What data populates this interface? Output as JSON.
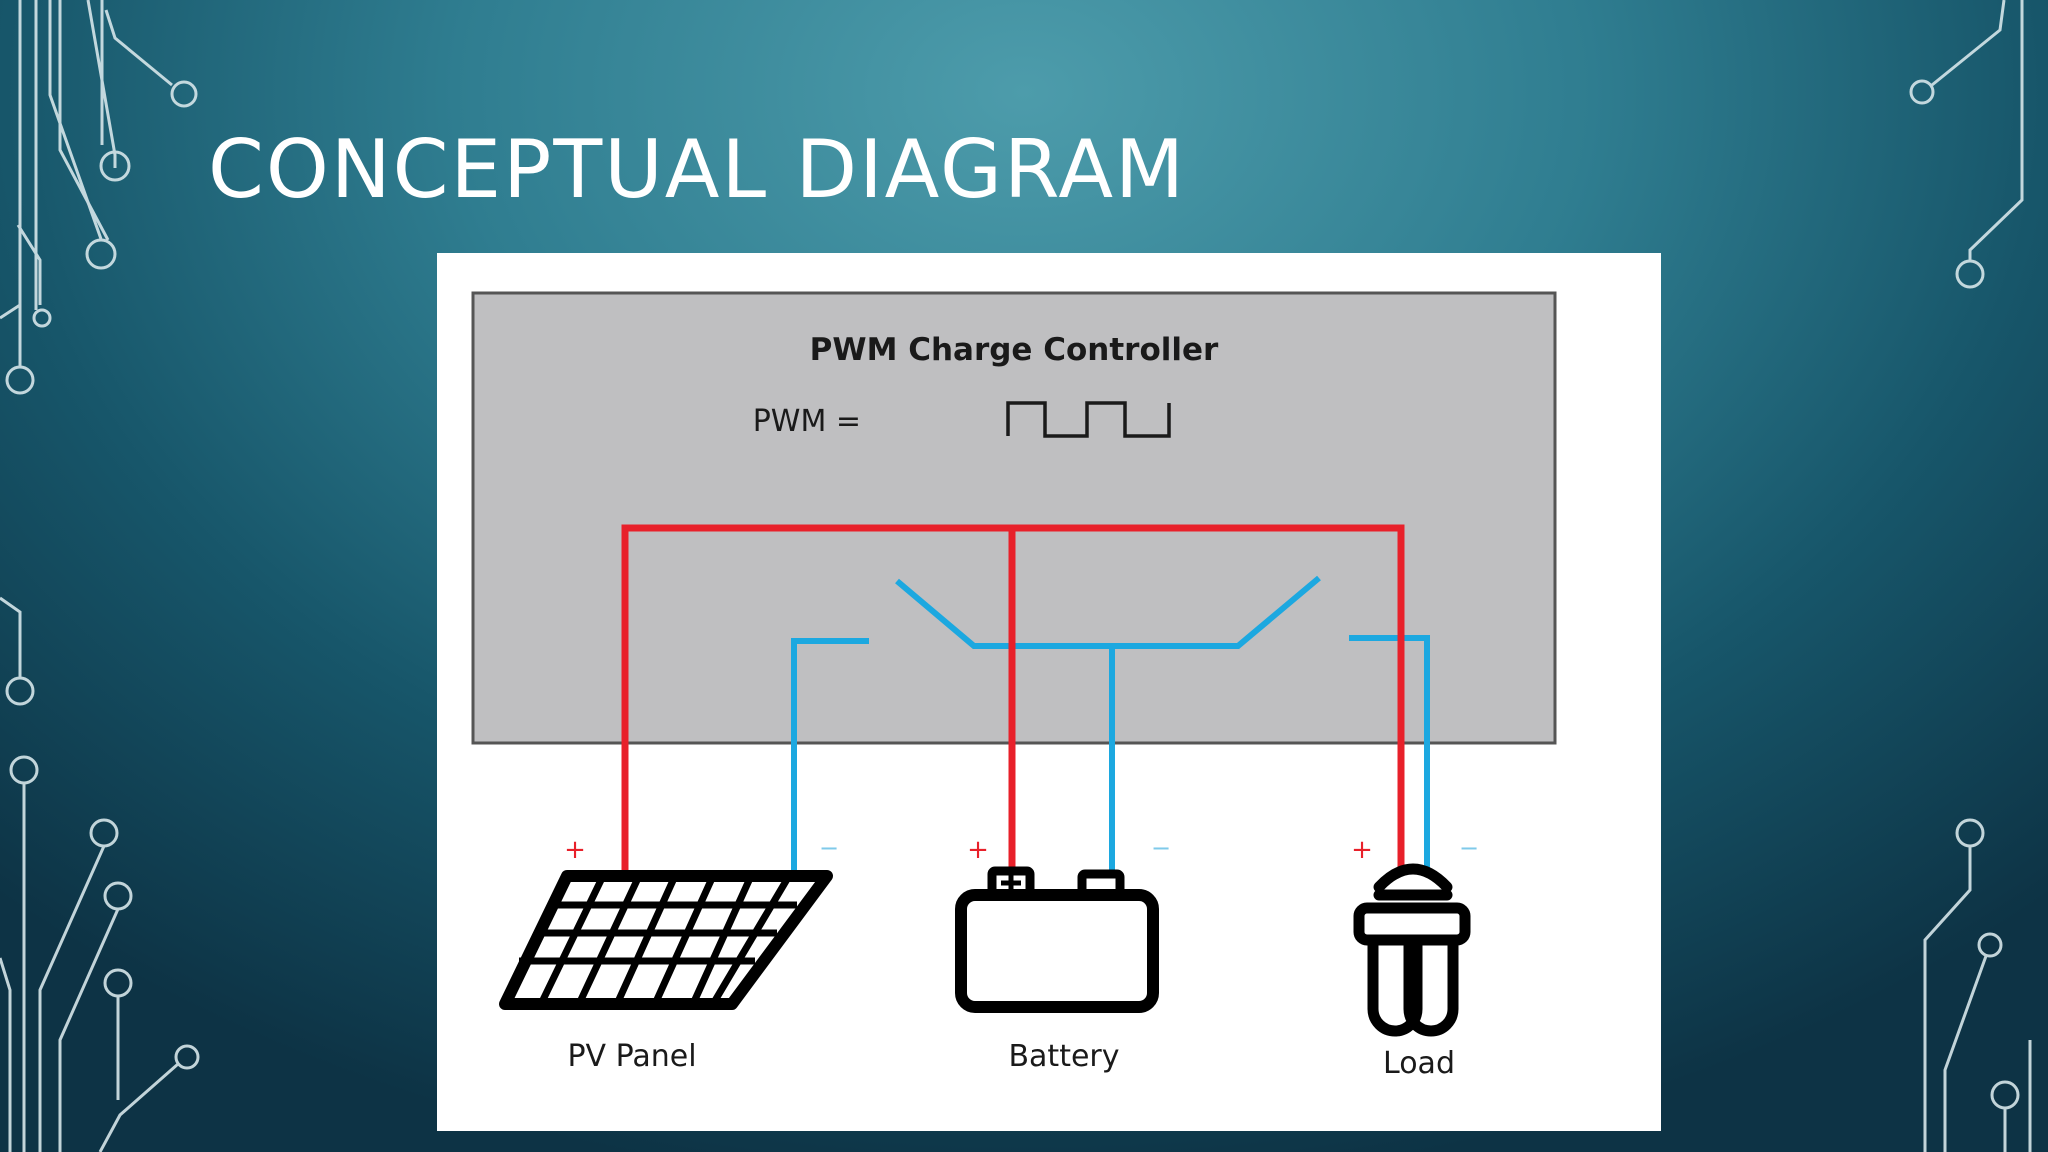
{
  "slide": {
    "title": "CONCEPTUAL DIAGRAM"
  },
  "diagram": {
    "controller_title": "PWM Charge Controller",
    "pwm_label": "PWM =",
    "components": [
      {
        "label": "PV Panel",
        "plus": "+",
        "minus": "−"
      },
      {
        "label": "Battery",
        "plus": "+",
        "minus": "−"
      },
      {
        "label": "Load",
        "plus": "+",
        "minus": "−"
      }
    ]
  },
  "colors": {
    "positive_wire": "#e8202a",
    "negative_wire": "#1ca8e0",
    "controller_fill": "#bfbfc1",
    "decoration": "#d6e6ea"
  }
}
